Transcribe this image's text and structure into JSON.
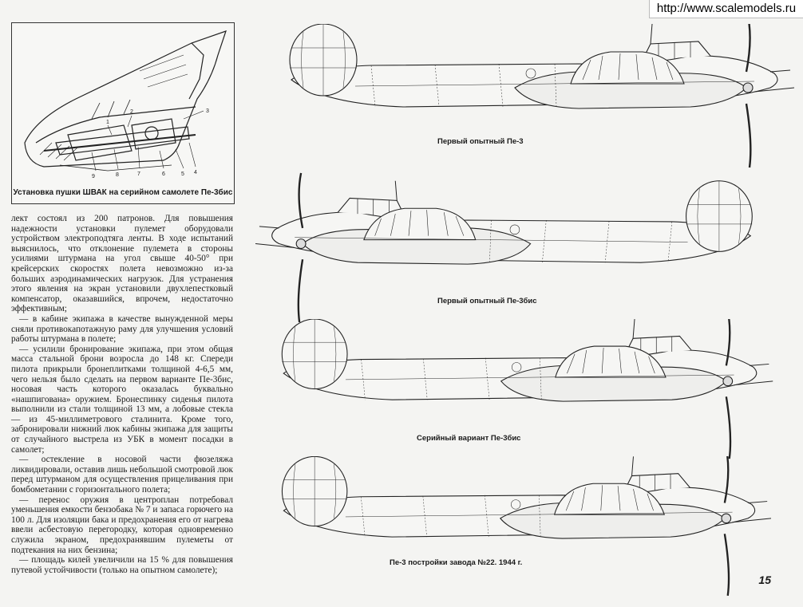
{
  "watermark": "http://www.scalemodels.ru",
  "inset_figure": {
    "caption": "Установка пушки ШВАК на серийном самолете Пе-3бис",
    "callouts": [
      "1",
      "2",
      "3",
      "4",
      "5",
      "6",
      "7",
      "8",
      "9"
    ]
  },
  "body_paragraphs": [
    "лект состоял из 200 патронов. Для повышения надежности установки пулемет оборудовали устройством электроподтяга ленты. В ходе испытаний выяснилось, что отклонение пулемета в стороны усилиями штурмана на угол свыше 40-50° при крейсерских скоростях полета невозможно из-за больших аэродинамических нагрузок. Для устранения этого явления на экран установили двухлепестковый компенсатор, оказавшийся, впрочем, недостаточно эффективным;",
    "— в кабине экипажа в качестве вынужденной меры сняли противокапотажную раму для улучшения условий работы штурмана в полете;",
    "— усилили бронирование экипажа, при этом общая масса стальной брони возросла до 148 кг. Спереди пилота прикрыли бронеплитками толщиной 4-6,5 мм, чего нельзя было сделать на первом варианте Пе-3бис, носовая часть которого оказалась буквально «нашпигована» оружием. Бронеспинку сиденья пилота выполнили из стали толщиной 13 мм, а лобовые стекла — из 45-миллиметрового сталинита. Кроме того, забронировали нижний люк кабины экипажа для защиты от случайного выстрела из УБК в момент посадки в самолет;",
    "— остекление в носовой части фюзеляжа ликвидировали, оставив лишь небольшой смотровой люк перед штурманом для осуществления прицеливания при бомбометании с горизонтального полета;",
    "— перенос оружия в центроплан потребовал уменьшения емкости бензобака № 7 и запаса горючего на 100 л. Для изоляции бака и предохранения его от нагрева ввели асбестовую перегородку, которая одновременно служила экраном, предохранявшим пулеметы от подтекания на них бензина;",
    "— площадь килей увеличили на 15 % для повышения путевой устойчивости (только на опытном самолете);"
  ],
  "drawings": [
    {
      "caption": "Первый опытный Пе-3",
      "facing": "right"
    },
    {
      "caption": "Первый опытный Пе-3бис",
      "facing": "left"
    },
    {
      "caption": "Серийный вариант Пе-3бис",
      "facing": "right"
    },
    {
      "caption": "Пе-3 постройки завода №22. 1944 г.",
      "facing": "right"
    }
  ],
  "page_number": "15"
}
